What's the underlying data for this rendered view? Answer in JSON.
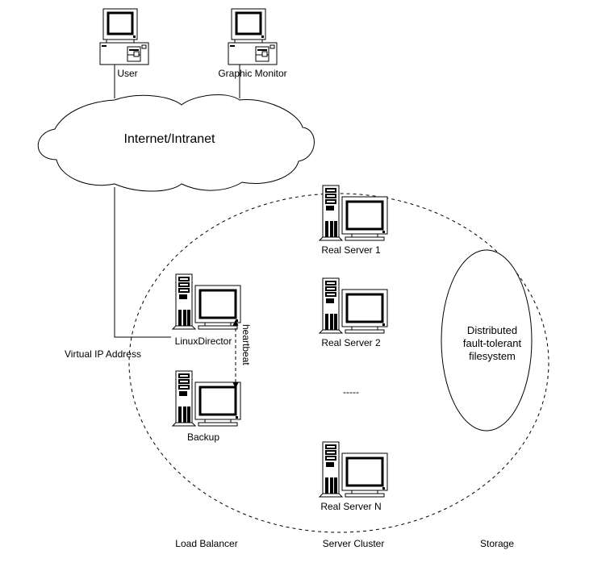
{
  "clients": [
    {
      "label": "User",
      "icon": "desktop-computer-icon"
    },
    {
      "label": "Graphic Monitor",
      "icon": "desktop-computer-icon"
    }
  ],
  "network": {
    "label": "Internet/Intranet",
    "icon": "cloud-icon"
  },
  "virtual_ip": {
    "label": "Virtual IP Address"
  },
  "load_balancer": {
    "primary": {
      "label": "LinuxDirector",
      "icon": "tower-server-icon"
    },
    "backup": {
      "label": "Backup",
      "icon": "tower-server-icon"
    },
    "link_label": "heartbeat"
  },
  "real_servers": [
    {
      "label": "Real Server 1",
      "icon": "tower-server-icon"
    },
    {
      "label": "Real Server 2",
      "icon": "tower-server-icon"
    },
    {
      "label": "Real Server N",
      "icon": "tower-server-icon"
    }
  ],
  "ellipsis": "-----",
  "storage": {
    "lines": [
      "Distributed",
      "fault-tolerant",
      "filesystem"
    ]
  },
  "sections": [
    "Load Balancer",
    "Server Cluster",
    "Storage"
  ]
}
